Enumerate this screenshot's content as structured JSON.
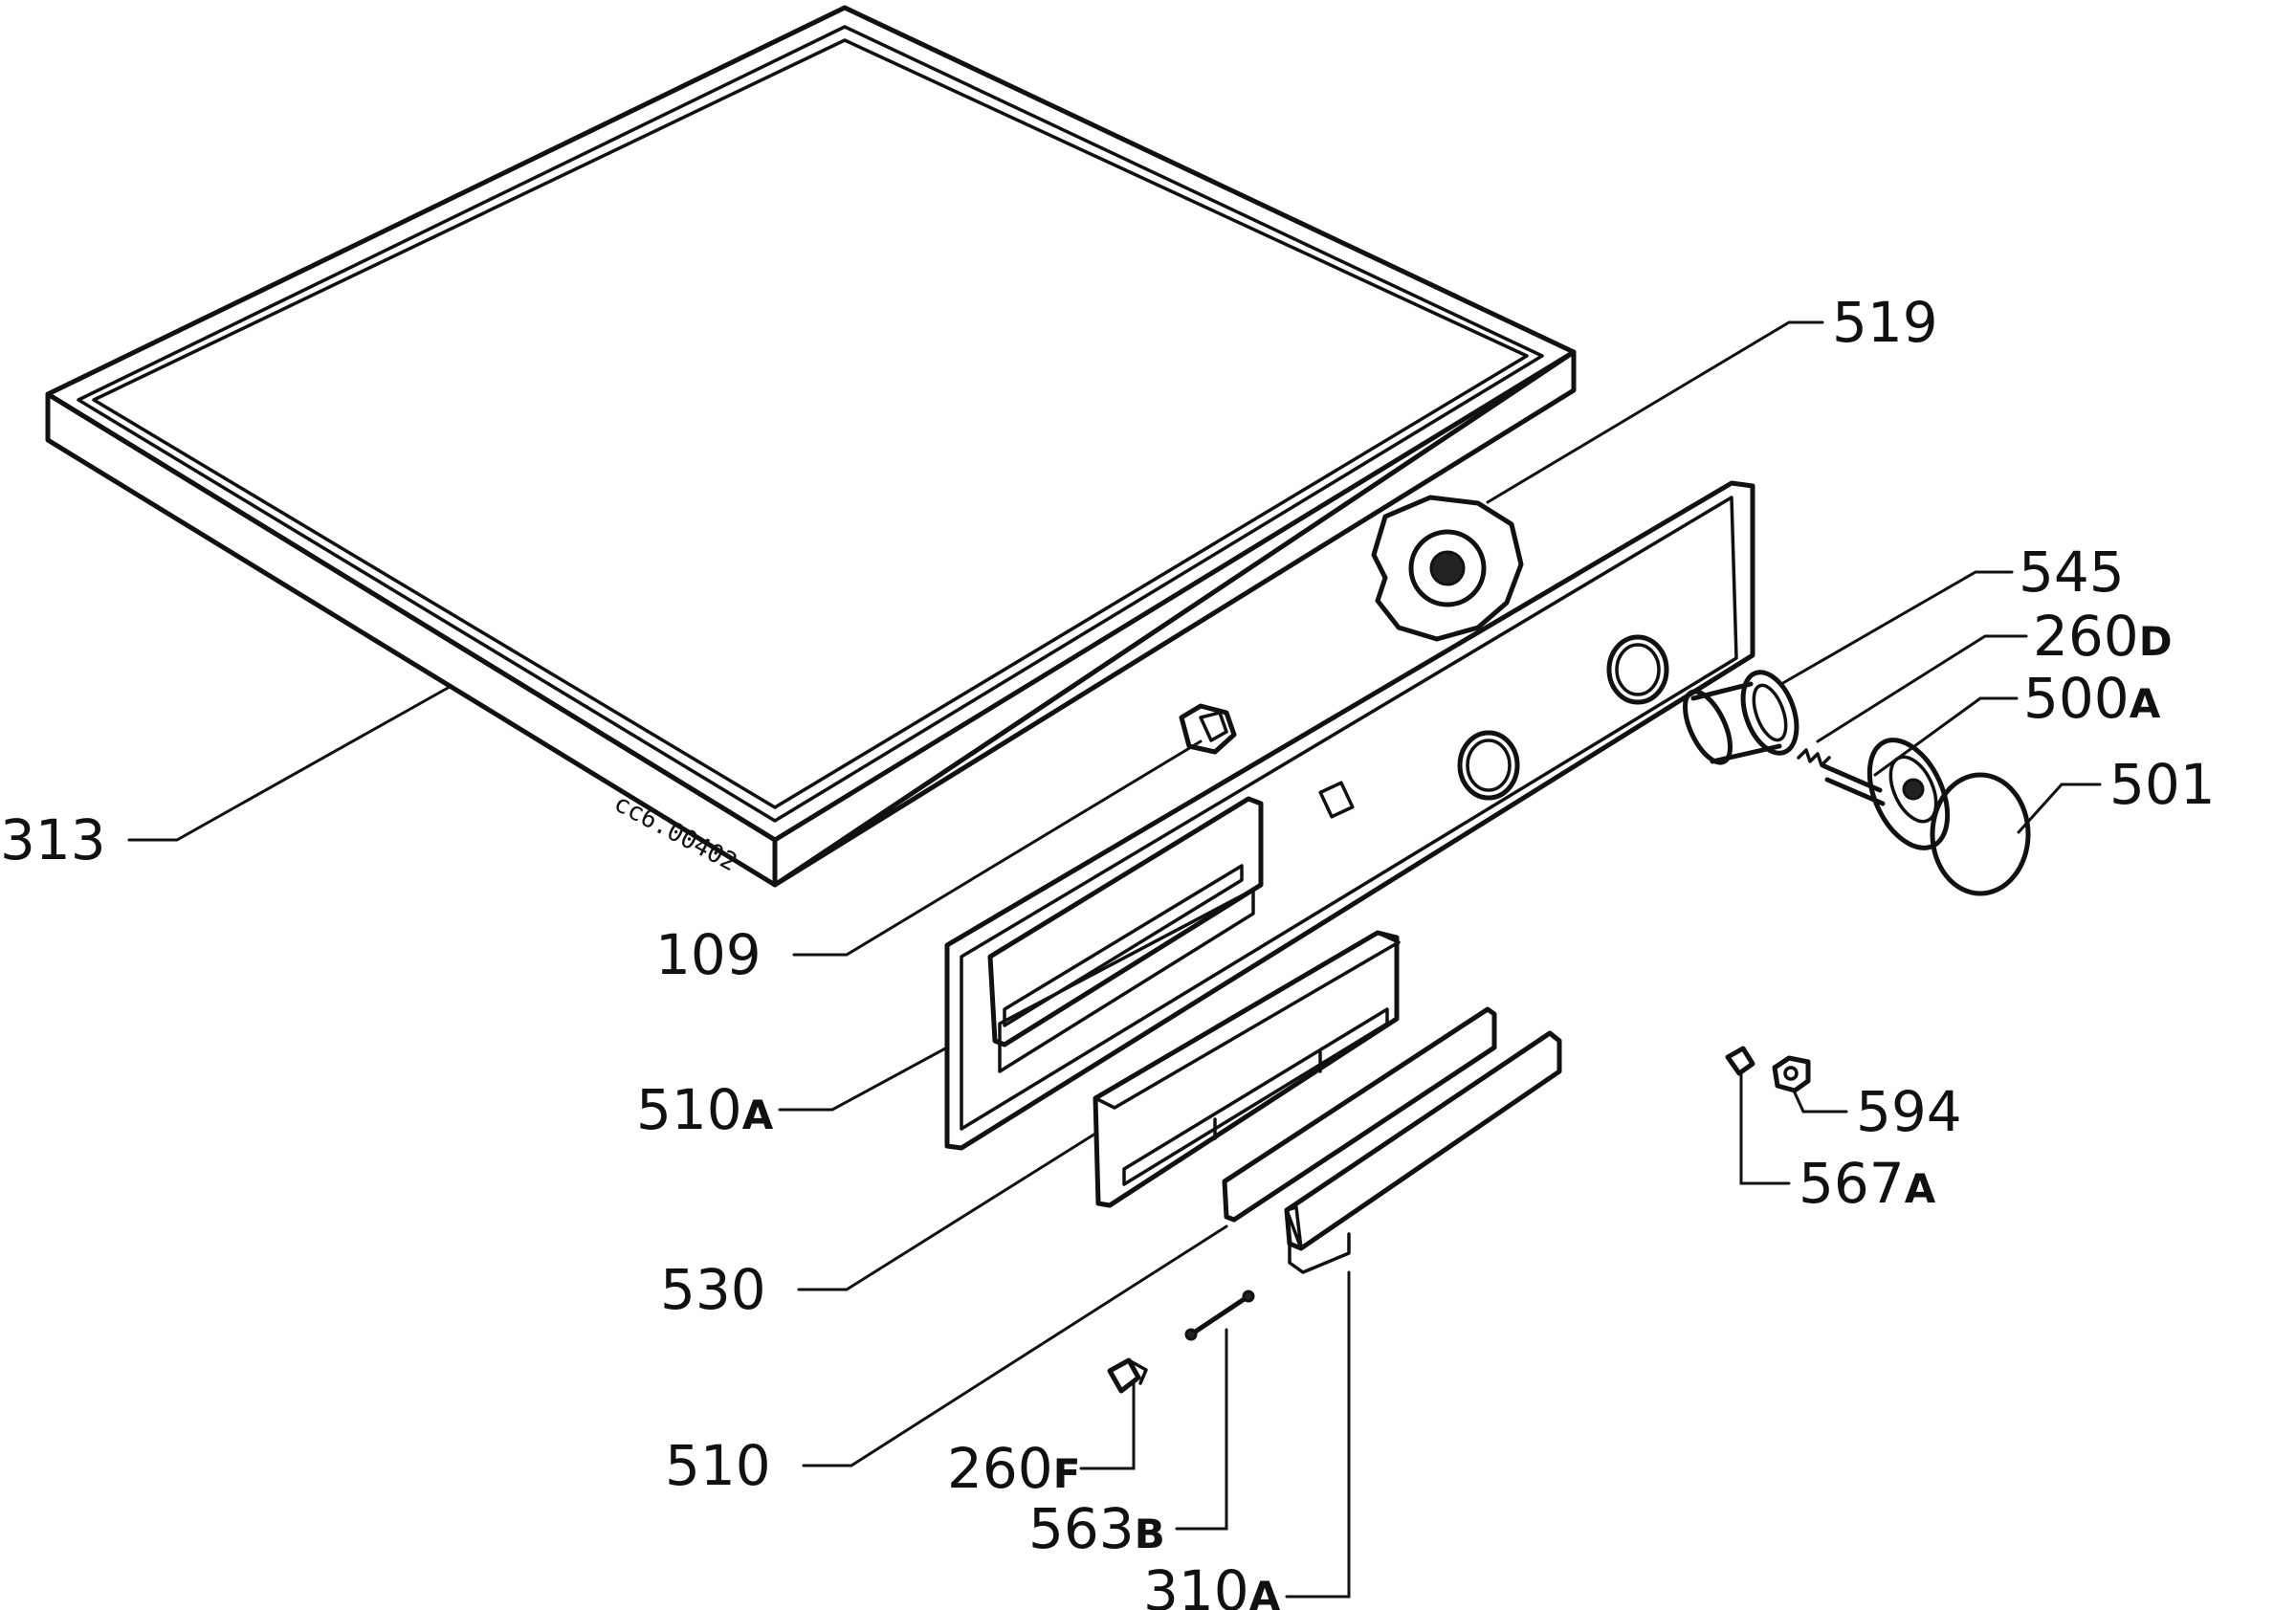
{
  "drawing_code": "cc6.00402",
  "callouts": {
    "p313": {
      "num": "313",
      "suffix": ""
    },
    "p109": {
      "num": "109",
      "suffix": ""
    },
    "p510a": {
      "num": "510",
      "suffix": "A"
    },
    "p530": {
      "num": "530",
      "suffix": ""
    },
    "p510": {
      "num": "510",
      "suffix": ""
    },
    "p260f": {
      "num": "260",
      "suffix": "F"
    },
    "p563b": {
      "num": "563",
      "suffix": "B"
    },
    "p310a": {
      "num": "310",
      "suffix": "A"
    },
    "p519": {
      "num": "519",
      "suffix": ""
    },
    "p545": {
      "num": "545",
      "suffix": ""
    },
    "p260d": {
      "num": "260",
      "suffix": "D"
    },
    "p500a": {
      "num": "500",
      "suffix": "A"
    },
    "p501": {
      "num": "501",
      "suffix": ""
    },
    "p594": {
      "num": "594",
      "suffix": ""
    },
    "p567a": {
      "num": "567",
      "suffix": "A"
    }
  }
}
